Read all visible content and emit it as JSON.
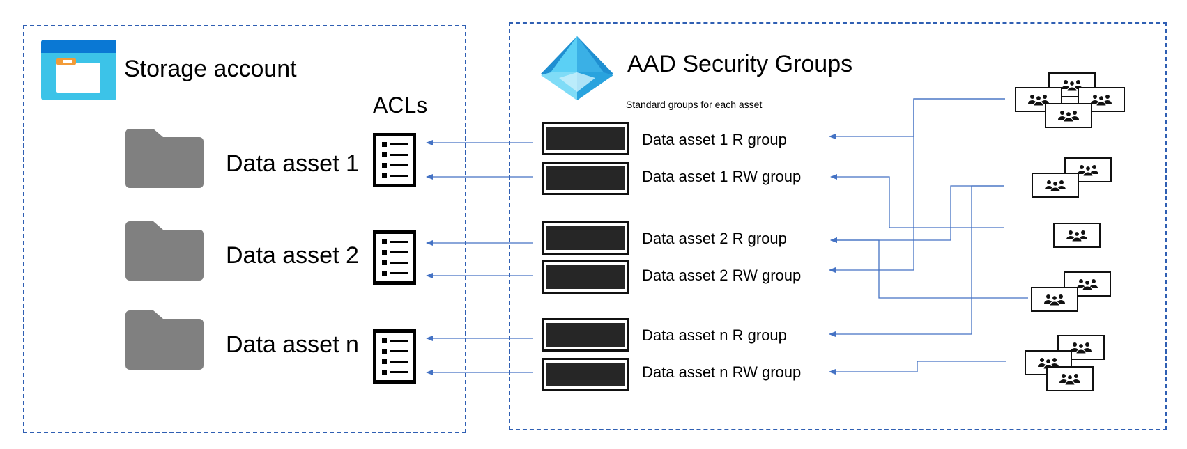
{
  "storage": {
    "title": "Storage account",
    "acls_label": "ACLs",
    "assets": [
      {
        "label": "Data asset 1"
      },
      {
        "label": "Data asset 2"
      },
      {
        "label": "Data asset n"
      }
    ]
  },
  "aad": {
    "title": "AAD Security Groups",
    "subtitle": "Standard groups for each asset",
    "groups": [
      {
        "label": "Data asset 1 R group"
      },
      {
        "label": "Data asset 1 RW group"
      },
      {
        "label": "Data asset 2 R group"
      },
      {
        "label": "Data asset 2 RW group"
      },
      {
        "label": "Data asset n R group"
      },
      {
        "label": "Data asset n RW group"
      }
    ]
  },
  "colors": {
    "panel_border": "#2f5fb3",
    "arrow": "#4472c4",
    "folder": "#808080",
    "group_fill": "#262626",
    "storage_icon_top": "#0a78d4",
    "storage_icon_body": "#3cc3e8",
    "aad_icon": "#3ab0e6"
  },
  "icons": {
    "storage": "storage-account-icon",
    "aad": "aad-pyramid-icon",
    "folder": "folder-icon",
    "acl": "acl-list-icon",
    "users": "user-group-icon"
  }
}
